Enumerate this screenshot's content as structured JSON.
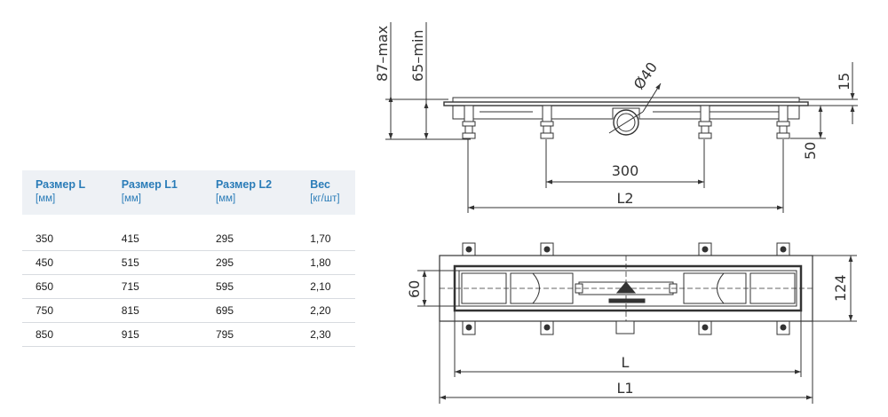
{
  "table": {
    "headers": [
      {
        "label": "Размер L",
        "unit": "[мм]"
      },
      {
        "label": "Размер L1",
        "unit": "[мм]"
      },
      {
        "label": "Размер L2",
        "unit": "[мм]"
      },
      {
        "label": "Вес",
        "unit": "[кг/шт]"
      }
    ],
    "rows": [
      [
        "350",
        "415",
        "295",
        "1,70"
      ],
      [
        "450",
        "515",
        "295",
        "1,80"
      ],
      [
        "650",
        "715",
        "595",
        "2,10"
      ],
      [
        "750",
        "815",
        "695",
        "2,20"
      ],
      [
        "850",
        "915",
        "795",
        "2,30"
      ]
    ]
  },
  "drawing": {
    "dim_87max": "87–max",
    "dim_65min": "65–min",
    "dim_diameter": "Ø40",
    "dim_15": "15",
    "dim_50": "50",
    "dim_300": "300",
    "dim_L2": "L2",
    "dim_60": "60",
    "dim_124": "124",
    "dim_L": "L",
    "dim_L1": "L1"
  }
}
